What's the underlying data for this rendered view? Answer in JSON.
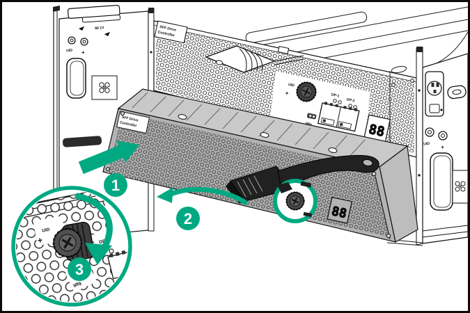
{
  "figure": {
    "description": "Storage enclosure rear view illustrating installation of an SFF Drive Controller module in three steps",
    "background": "#ffffff",
    "border_color": "#000000"
  },
  "colors": {
    "accent_green": "#01A982",
    "module_gray": "#b3b3b3",
    "module_top_gray": "#c9c9c9",
    "lever_black": "#212121",
    "line_black": "#1a1a1a"
  },
  "icons": {
    "fan": "fan-icon",
    "micro_usb": "micro-usb-icon",
    "power_connector": "power-connector-icon",
    "phillips_thumbscrew": "phillips-thumbscrew-icon",
    "detail_callout": "magnifier-callout-circle"
  },
  "steps": [
    {
      "number": "1"
    },
    {
      "number": "2"
    },
    {
      "number": "3"
    }
  ],
  "labels": {
    "sff_line1": "SFF Drive",
    "sff_line2": "Controller",
    "uid": "UID",
    "plus": "+",
    "dp1": "DP-1",
    "dp2": "DP-2",
    "mfg": "Mfg",
    "display": "88",
    "small_print": "98 1V"
  }
}
